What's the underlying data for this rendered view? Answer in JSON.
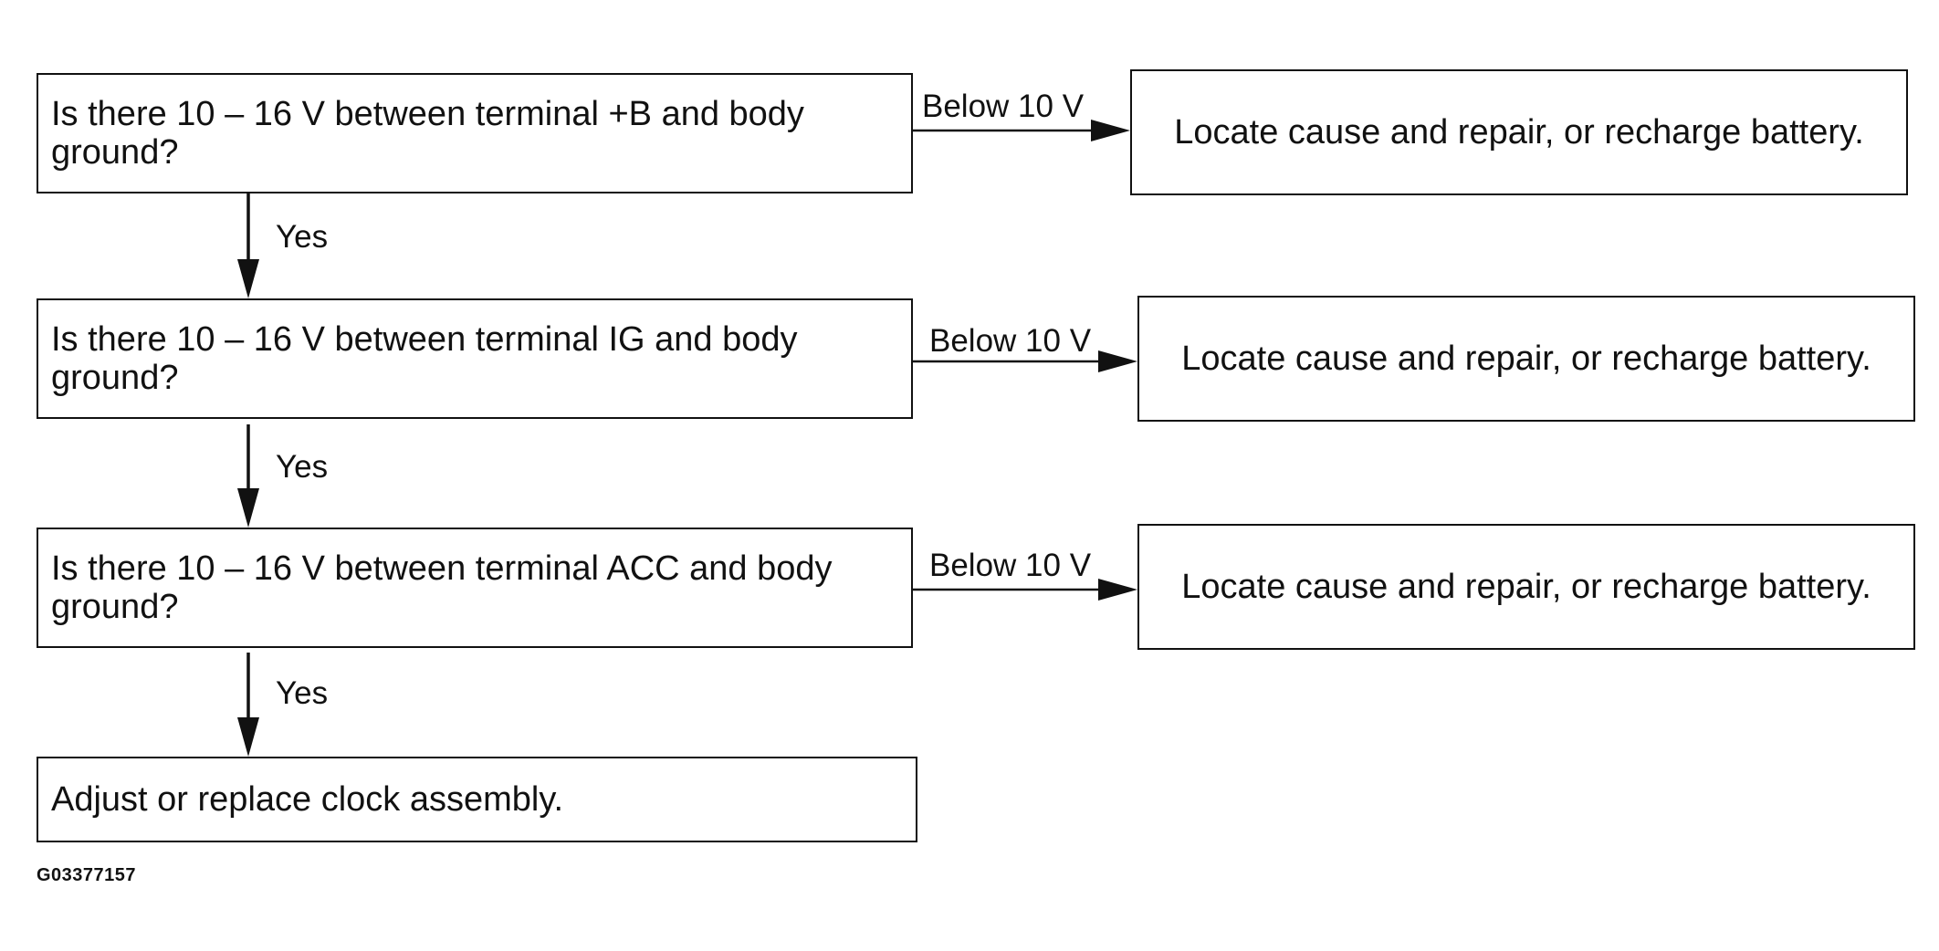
{
  "steps": [
    {
      "question": "Is there 10 – 16 V between terminal +B and body ground?",
      "no_label": "Below 10 V",
      "no_action": "Locate cause and repair, or recharge battery.",
      "yes_label": "Yes"
    },
    {
      "question": "Is there 10 – 16 V between terminal IG and body ground?",
      "no_label": "Below 10 V",
      "no_action": "Locate cause and repair, or recharge battery.",
      "yes_label": "Yes"
    },
    {
      "question": "Is there 10 – 16 V between terminal ACC and body ground?",
      "no_label": "Below 10 V",
      "no_action": "Locate cause and repair, or recharge battery.",
      "yes_label": "Yes"
    }
  ],
  "final_action": "Adjust or replace clock assembly.",
  "figure_id": "G03377157"
}
